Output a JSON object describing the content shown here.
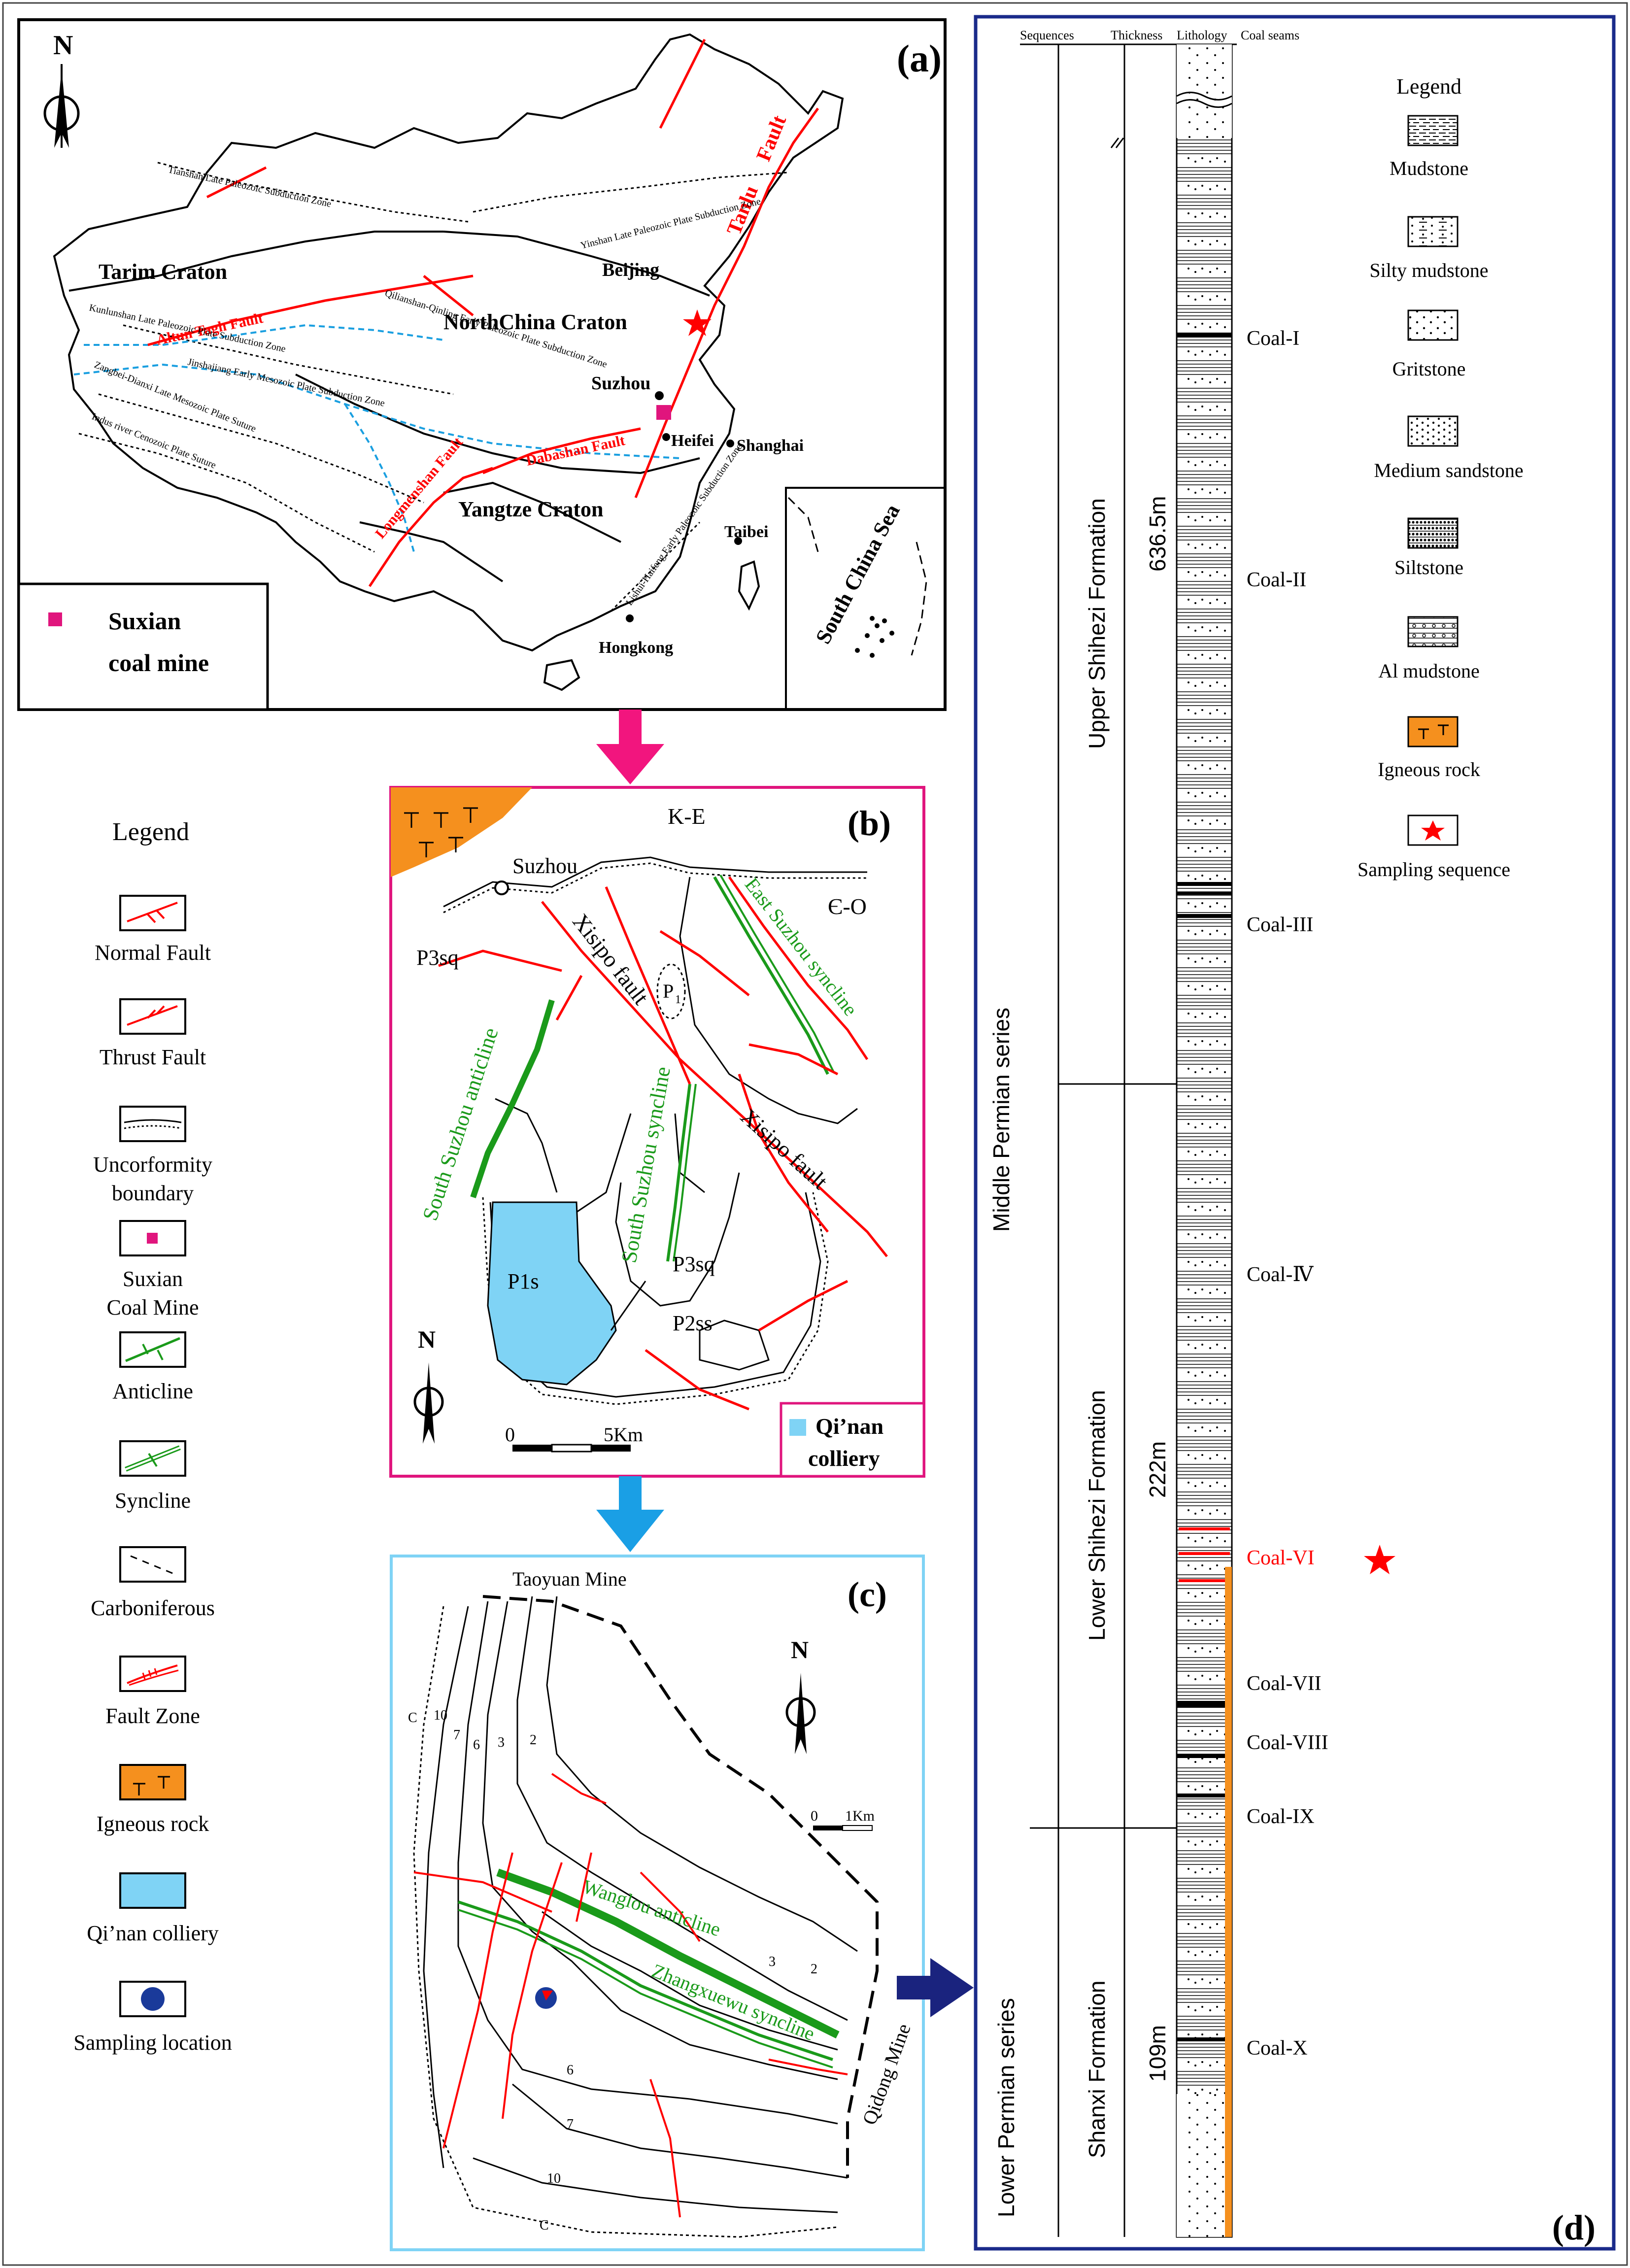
{
  "panel_a": {
    "label": "(a)",
    "north": "N",
    "places": {
      "tarim": "Tarim Craton",
      "north_china": "NorthChina Craton",
      "yangtze": "Yangtze Craton",
      "beijing": "Beijing",
      "suzhou": "Suzhou",
      "heifei": "Heifei",
      "shanghai": "Shanghai",
      "taibei": "Taibei",
      "hongkong": "Hongkong",
      "south_china_sea": "South China Sea"
    },
    "faults": {
      "tanlu": "Tanlu",
      "tanlu_fault": "Fault",
      "altun": "Altun Tagh Fault",
      "dabashan": "Dabashan Fault",
      "longmenshan": "Longmenshan Fault"
    },
    "zones": {
      "tianshan": "Tianshan Late Paleozoic Subduction Zone",
      "yinshan": "Yinshan Late Paleozoic Plate Subduction Zone",
      "qilian": "Qilianshan-Qinling Early Paleozoic Plate Subduction Zone",
      "kunlun": "Kunlunshan Late Paleozoic Plate Subduction Zone",
      "jinsha": "Jinshajiang Early Mesozoic Plate Subduction Zone",
      "zangbei": "Zangbei-Dianxi Late Mesozoic Plate Suture",
      "yarlung": "Indus river Cenozoic Plate Suture",
      "southeast": "Lishui-Haifeng Early Paleozoic Subduction Zone"
    },
    "legend_label": "Suxian coal mine"
  },
  "panel_b": {
    "label": "(b)",
    "north": "N",
    "units": {
      "ke": "K-E",
      "eo": "Є-O",
      "p3sq_left": "P3sq",
      "p3sq_right": "P3sq",
      "p1": "P",
      "p1_sub": "1",
      "p1s": "P1s",
      "p2ss": "P2ss"
    },
    "places": {
      "suzhou": "Suzhou"
    },
    "structures": {
      "xisipo_fault_1": "Xisipo fault",
      "xisipo_fault_2": "Xisipo   fault",
      "east_syncline": "East Suzhou syncline",
      "south_anticline": "South Suzhou anticline",
      "south_syncline": "South Suzhou syncline"
    },
    "scale": {
      "zero": "0",
      "five": "5Km"
    },
    "colliery": "Qi’nan colliery"
  },
  "panel_c": {
    "label": "(c)",
    "north": "N",
    "mines": {
      "taoyuan": "Taoyuan Mine",
      "qidong": "Qidong Mine"
    },
    "structures": {
      "anticline": "Wanglou anticline",
      "syncline": "Zhangxuewu syncline"
    },
    "scale": {
      "zero": "0",
      "one": "1Km"
    },
    "seams": [
      "C",
      "10",
      "7",
      "6",
      "3",
      "2",
      "3",
      "2",
      "6",
      "7",
      "10",
      "C"
    ]
  },
  "left_legend": {
    "title": "Legend",
    "items": [
      {
        "key": "normal_fault",
        "label": "Normal Fault"
      },
      {
        "key": "thrust_fault",
        "label": "Thrust Fault"
      },
      {
        "key": "unconformity",
        "label": "Uncorformity boundary"
      },
      {
        "key": "suxian",
        "label": "Suxian Coal Mine"
      },
      {
        "key": "anticline",
        "label": "Anticline"
      },
      {
        "key": "syncline",
        "label": "Syncline"
      },
      {
        "key": "carboniferous",
        "label": "Carboniferous"
      },
      {
        "key": "fault_zone",
        "label": "Fault Zone"
      },
      {
        "key": "igneous",
        "label": "Igneous rock"
      },
      {
        "key": "qinan",
        "label": "Qi’nan colliery"
      },
      {
        "key": "sampling",
        "label": "Sampling location"
      }
    ]
  },
  "panel_d": {
    "label": "(d)",
    "headers": [
      "Sequences",
      "Thickness",
      "Lithology",
      "Coal seams"
    ],
    "series": {
      "middle": "Middle Permian series",
      "lower": "Lower Permian series"
    },
    "formations": {
      "upper": "Upper Shihezi Formation",
      "lower": "Lower Shihezi Formation",
      "shanxi": "Shanxi Formation"
    },
    "thickness": {
      "upper": "636.5m",
      "lower": "222m",
      "shanxi": "109m"
    },
    "coal_seams": [
      "Coal-I",
      "Coal-II",
      "Coal-III",
      "Coal-Ⅳ",
      "Coal-VI",
      "Coal-VII",
      "Coal-VIII",
      "Coal-IX",
      "Coal-X"
    ],
    "sampled_seam_index": 4,
    "legend": {
      "title": "Legend",
      "items": [
        "Mudstone",
        "Silty mudstone",
        "Gritstone",
        "Medium sandstone",
        "Siltstone",
        "Al mudstone",
        "Igneous rock",
        "Sampling sequence"
      ]
    }
  },
  "colors": {
    "fault": "#ff0000",
    "fold": "#1a9a1a",
    "blue_zone": "#1a9fe0",
    "mine_marker": "#e0157d",
    "igneous": "#f5901e",
    "colliery": "#7fd3f5",
    "panel_b_frame": "#e0157d",
    "panel_c_frame": "#7fd3f5",
    "panel_d_frame": "#1a2a8a",
    "arrow_pink": "#f2157e",
    "arrow_blue": "#1a9fe5",
    "arrow_navy": "#1a237e",
    "sample_dot": "#1a3a9a"
  }
}
